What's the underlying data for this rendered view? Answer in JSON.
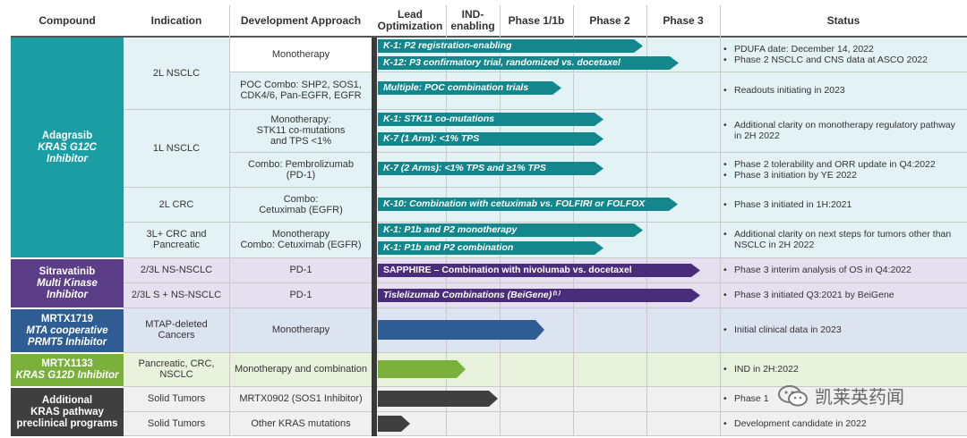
{
  "headers": {
    "compound": "Compound",
    "indication": "Indication",
    "approach": "Development Approach",
    "lead": "Lead\nOptimization",
    "ind": "IND-\nenabling",
    "p1": "Phase 1/1b",
    "p2": "Phase 2",
    "p3": "Phase 3",
    "status": "Status"
  },
  "compounds": {
    "adagrasib": {
      "name": "Adagrasib",
      "line1": "KRAS G12C",
      "line2": "Inhibitor"
    },
    "sitravatinib": {
      "name": "Sitravatinib",
      "line1": "Multi Kinase",
      "line2": "Inhibitor"
    },
    "mrtx1719": {
      "name": "MRTX1719",
      "line1": "MTA cooperative",
      "line2": "PRMT5 Inhibitor"
    },
    "mrtx1133": {
      "name": "MRTX1133",
      "line1": "KRAS G12D Inhibitor"
    },
    "additional": {
      "name": "Additional",
      "line1": "KRAS pathway",
      "line2": "preclinical programs"
    }
  },
  "indications": {
    "nsclc2l": "2L NSCLC",
    "nsclc1l": "1L NSCLC",
    "crc2l": "2L CRC",
    "crc3l": "3L+ CRC and\nPancreatic",
    "sitra1": "2/3L NS-NSCLC",
    "sitra2": "2/3L S + NS-NSCLC",
    "mtap": "MTAP-deleted\nCancers",
    "panc": "Pancreatic, CRC,\nNSCLC",
    "solid1": "Solid Tumors",
    "solid2": "Solid Tumors"
  },
  "approaches": {
    "a1": "Monotherapy",
    "a2": "POC Combo: SHP2, SOS1,\nCDK4/6, Pan-EGFR, EGFR",
    "a3": "Monotherapy:\nSTK11 co-mutations\nand TPS <1%",
    "a4": "Combo: Pembrolizumab\n(PD-1)",
    "a5": "Combo:\nCetuximab (EGFR)",
    "a6": "Monotherapy\nCombo: Cetuximab (EGFR)",
    "a7": "PD-1",
    "a8": "PD-1",
    "a9": "Monotherapy",
    "a10": "Monotherapy and combination",
    "a11": "MRTX0902 (SOS1 Inhibitor)",
    "a12": "Other KRAS mutations"
  },
  "arrows": {
    "r1": "K-1: P2 registration-enabling",
    "r2": "K-12: P3 confirmatory trial, randomized vs. docetaxel",
    "r3": "Multiple: POC combination trials",
    "r4": "K-1: STK11 co-mutations",
    "r5": "K-7 (1 Arm): <1% TPS",
    "r6": "K-7 (2 Arms): <1% TPS and ≥1% TPS",
    "r7": "K-10: Combination with cetuximab vs. FOLFIRI or FOLFOX",
    "r8": "K-1: P1b and P2 monotherapy",
    "r9": "K-1: P1b and P2 combination",
    "r10": "SAPPHIRE – Combination with nivolumab vs. docetaxel",
    "r11": "Tislelizumab Combinations (BeiGene)⁽¹⁾"
  },
  "status": {
    "s1a": "PDUFA date: December 14, 2022",
    "s1b": "Phase 2 NSCLC and CNS data at ASCO 2022",
    "s2": "Readouts initiating in 2023",
    "s3": "Additional clarity on monotherapy regulatory pathway in 2H 2022",
    "s4a": "Phase 2 tolerability and ORR update in Q4:2022",
    "s4b": "Phase 3 initiation by YE 2022",
    "s5": "Phase 3 initiated in 1H:2021",
    "s6": "Additional clarity on next steps for tumors other than NSCLC in 2H 2022",
    "s7": "Phase 3 interim analysis of OS in Q4:2022",
    "s8": "Phase 3 initiated Q3:2021 by BeiGene",
    "s9": "Initial clinical data in 2023",
    "s10": "IND in 2H:2022",
    "s11": "Phase 1",
    "s12": "Development candidate in 2022"
  },
  "watermark": "凯莱英药闻",
  "colors": {
    "teal": "#1a9ea3",
    "teal_arrow": "#13878c",
    "purple": "#5b3e87",
    "purple_arrow": "#4a2d7a",
    "blue": "#2f5d93",
    "green": "#7ab03b",
    "dark": "#3f3f3f"
  }
}
